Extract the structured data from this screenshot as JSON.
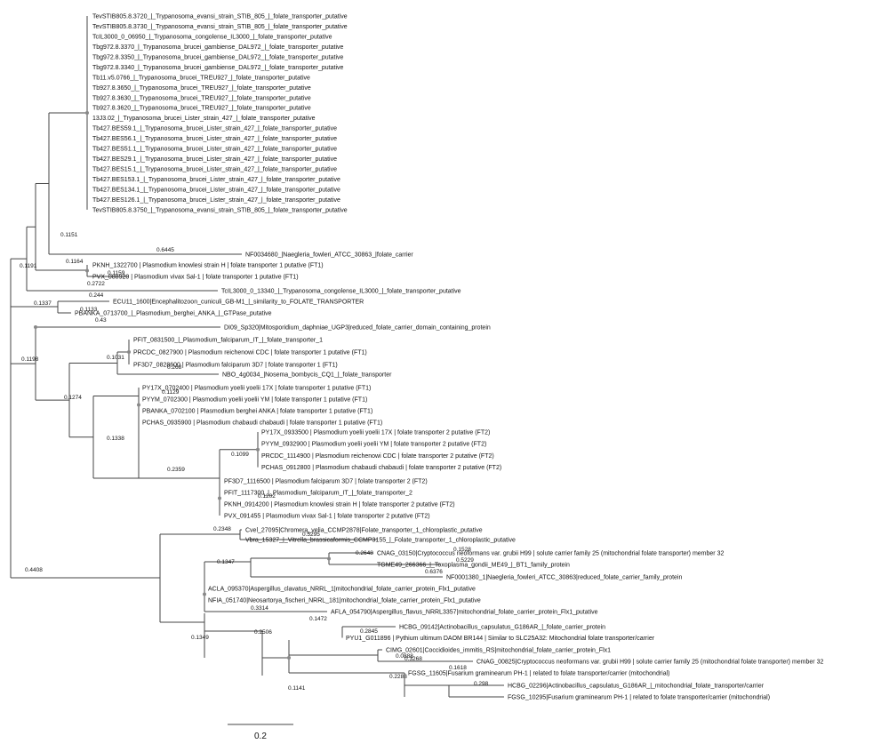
{
  "tree": {
    "clades": [
      {
        "id": "folate-tb",
        "leaves": [
          "TevSTIB805.8.3720_|_Trypanosoma_evansi_strain_STIB_805_|_folate_transporter_putative",
          "TevSTIB805.8.3730_|_Trypanosoma_evansi_strain_STIB_805_|_folate_transporter_putative",
          "TcIL3000_0_06950_|_Trypanosoma_congolense_IL3000_|_folate_transporter_putative",
          "Tbg972.8.3370_|_Trypanosoma_brucei_gambiense_DAL972_|_folate_transporter_putative",
          "Tbg972.8.3350_|_Trypanosoma_brucei_gambiense_DAL972_|_folate_transporter_putative",
          "Tbg972.8.3340_|_Trypanosoma_brucei_gambiense_DAL972_|_folate_transporter_putative",
          "Tb11.v5.0766_|_Trypanosoma_brucei_TREU927_|_folate_transporter_putative",
          "Tb927.8.3650_|_Trypanosoma_brucei_TREU927_|_folate_transporter_putative",
          "Tb927.8.3630_|_Trypanosoma_brucei_TREU927_|_folate_transporter_putative",
          "Tb927.8.3620_|_Trypanosoma_brucei_TREU927_|_folate_transporter_putative",
          "13J3.02_|_Trypanosoma_brucei_Lister_strain_427_|_folate_transporter_putative",
          "Tb427.BES59.1_|_Trypanosoma_brucei_Lister_strain_427_|_folate_transporter_putative",
          "Tb427.BES56.1_|_Trypanosoma_brucei_Lister_strain_427_|_folate_transporter_putative",
          "Tb427.BES51.1_|_Trypanosoma_brucei_Lister_strain_427_|_folate_transporter_putative",
          "Tb427.BES29.1_|_Trypanosoma_brucei_Lister_strain_427_|_folate_transporter_putative",
          "Tb427.BES15.1_|_Trypanosoma_brucei_Lister_strain_427_|_folate_transporter_putative",
          "Tb427.BES153.1_|_Trypanosoma_brucei_Lister_strain_427_|_folate_transporter_putative",
          "Tb427.BES134.1_|_Trypanosoma_brucei_Lister_strain_427_|_folate_transporter_putative",
          "Tb427.BES126.1_|_Trypanosoma_brucei_Lister_strain_427_|_folate_transporter_putative",
          "TevSTIB805.8.3750_|_Trypanosoma_evansi_strain_STIB_805_|_folate_transporter_putative"
        ]
      },
      {
        "id": "naegleria-1",
        "leaves": [
          "NF0034680_|Naegleria_fowleri_ATCC_30863_|folate_carrier"
        ]
      },
      {
        "id": "pknh-pvx",
        "leaves": [
          "PKNH_1322700 | Plasmodium knowlesi strain H | folate transporter 1 putative (FT1)",
          "PVX_088920 | Plasmodium vivax Sal-1 | folate transporter 1 putative (FT1)"
        ]
      },
      {
        "id": "tcil-2",
        "leaves": [
          "TcIL3000_0_13340_|_Trypanosoma_congolense_IL3000_|_folate_transporter_putative"
        ]
      },
      {
        "id": "ecu",
        "leaves": [
          "ECU11_1600|Encephalitozoon_cuniculi_GB-M1_|_similarity_to_FOLATE_TRANSPORTER"
        ]
      },
      {
        "id": "pbanka-gtp",
        "leaves": [
          "PBANKA_0713700_|_Plasmodium_berghei_ANKA_|_GTPase_putative"
        ]
      },
      {
        "id": "dio",
        "leaves": [
          "DI09_Sp320|Mitosporidium_daphniae_UGP3|reduced_folate_carrier_domain_containing_protein"
        ]
      },
      {
        "id": "ft1-a",
        "leaves": [
          "PFIT_0831500_|_Plasmodium_falciparum_IT_|_folate_transporter_1",
          "PRCDC_0827900 | Plasmodium reichenowi CDC | folate transporter 1 putative (FT1)",
          "PF3D7_0828600 | Plasmodium falciparum 3D7 | folate transporter 1 (FT1)"
        ]
      },
      {
        "id": "nbo",
        "leaves": [
          "NBO_4g0034_|Nosema_bombycis_CQ1_|_folate_transporter"
        ]
      },
      {
        "id": "ft1-b",
        "leaves": [
          "PY17X_0702400 | Plasmodium yoelii yoelii 17X | folate transporter 1 putative (FT1)",
          "PYYM_0702300 | Plasmodium yoelii yoelii YM | folate transporter 1 putative (FT1)",
          "PBANKA_0702100 | Plasmodium berghei ANKA | folate transporter 1 putative (FT1)",
          "PCHAS_0935900 | Plasmodium chabaudi chabaudi | folate transporter 1 putative (FT1)"
        ]
      },
      {
        "id": "ft2-a",
        "leaves": [
          "PY17X_0933500 | Plasmodium yoelii yoelii 17X | folate transporter 2 putative (FT2)",
          "PYYM_0932900 | Plasmodium yoelii yoelii YM | folate transporter 2 putative (FT2)",
          "PRCDC_1114900 | Plasmodium reichenowi CDC | folate transporter 2 putative (FT2)",
          "PCHAS_0912800 | Plasmodium chabaudi chabaudi | folate transporter 2 putative (FT2)"
        ]
      },
      {
        "id": "ft2-b",
        "leaves": [
          "PF3D7_1116500 | Plasmodium falciparum 3D7 | folate transporter 2 (FT2)",
          "PFIT_1117300_|_Plasmodium_falciparum_IT_|_folate_transporter_2",
          "PKNH_0914200 | Plasmodium knowlesi strain H | folate transporter 2 putative (FT2)",
          "PVX_091455 | Plasmodium vivax Sal-1 | folate transporter 2 putative (FT2)"
        ]
      },
      {
        "id": "cvel-vbra",
        "leaves": [
          "Cvel_27095|Chromera_velia_CCMP2878|Folate_transporter_1_chloroplastic_putative",
          "Vbra_15327_|_Vitrella_brassicaformis_CCMP3155_|_Folate_transporter_1_chloroplastic_putative"
        ]
      },
      {
        "id": "cnag-tgme",
        "leaves": [
          "CNAG_03150|Cryptococcus neoformans var. grubii H99 | solute carrier family 25 (mitochondrial folate transporter) member 32",
          "TGME49_266366_|_Toxoplasma_gondii_ME49_|_BT1_family_protein"
        ]
      },
      {
        "id": "naegleria-2",
        "leaves": [
          "NF0001380_1|Naegleria_fowleri_ATCC_30863|reduced_folate_carrier_family_protein"
        ]
      },
      {
        "id": "aspergillus",
        "leaves": [
          "ACLA_095370|Aspergillus_clavatus_NRRL_1|mitochondrial_folate_carrier_protein_Flx1_putative",
          "NFIA_051740|Neosartorya_fischeri_NRRL_181|mitochondrial_folate_carrier_protein_Flx1_putative",
          "AFLA_054790|Aspergillus_flavus_NRRL3357|mitochondrial_folate_carrier_protein_Flx1_putative"
        ]
      },
      {
        "id": "mito-1",
        "leaves": [
          "HCBG_09142|Actinobacillus_capsulatus_G186AR_|_folate_carrier_protein",
          "PYU1_G011896 | Pythium ultimum DAOM BR144 | Similar to SLC25A32: Mitochondrial folate transporter/carrier"
        ]
      },
      {
        "id": "mito-2",
        "leaves": [
          "CIMG_02601|Coccidioides_immitis_RS|mitochondrial_folate_carrier_protein_Flx1",
          "CNAG_00825|Cryptococcus neoformans var. grubii H99 | solute carrier family 25 (mitochondrial folate transporter) member 32",
          "FGSG_11605|Fusarium graminearum PH-1 | related to folate transporter/carrier (mitochondrial)",
          "HCBG_02296|Actinobacillus_capsulatus_G186AR_|_mitochondrial_folate_transporter/carrier",
          "FGSG_10295|Fusarium graminearum PH-1 | related to folate transporter/carrier (mitochondrial)"
        ]
      }
    ],
    "branch_lengths": [
      "0.1151",
      "0.6445",
      "0.1191",
      "0.1164",
      "0.1159",
      "0.2722",
      "0.244",
      "0.1337",
      "0.1133",
      "0.43",
      "0.1198",
      "0.1031",
      "0.268",
      "0.1274",
      "0.1129",
      "0.1338",
      "0.1099",
      "0.2359",
      "0.1202",
      "0.2348",
      "0.5295",
      "0.1528",
      "0.2648",
      "0.5229",
      "0.1347",
      "0.6376",
      "0.4408",
      "0.3314",
      "0.1472",
      "0.1349",
      "0.2845",
      "0.2506",
      "0.0888",
      "0.3268",
      "0.1141",
      "0.1618",
      "0.2288",
      "0.298"
    ],
    "scale_bar_label": "0.2"
  }
}
